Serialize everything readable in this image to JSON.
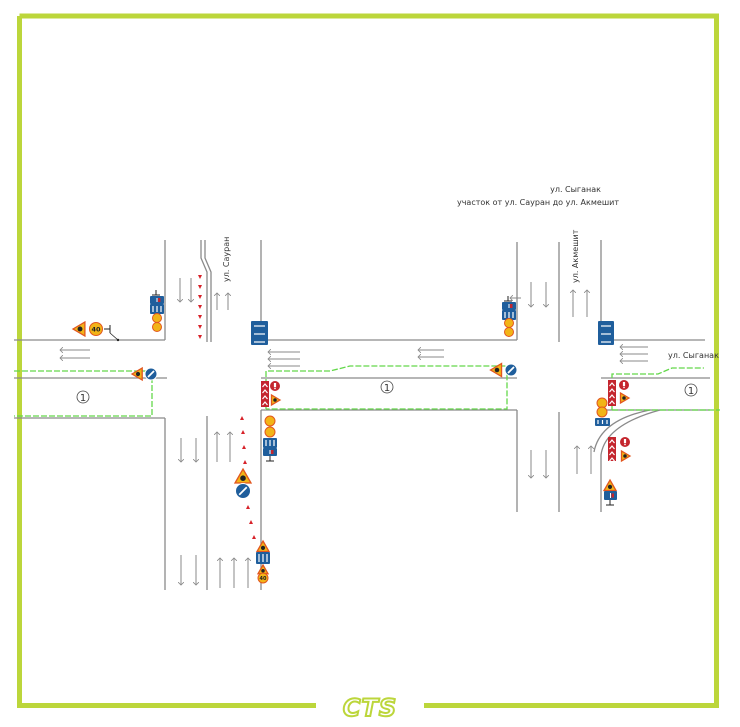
{
  "title": {
    "line1": "ул. Сыганак",
    "line2": "участок от ул. Сауран  до ул. Акмешит"
  },
  "streets": {
    "sauran": "ул. Сауран",
    "akmeshit": "ул. Акмешит",
    "syganak": "ул. Сыганак"
  },
  "zones": [
    {
      "id": "zone-left",
      "number": "1"
    },
    {
      "id": "zone-middle",
      "number": "1"
    },
    {
      "id": "zone-right",
      "number": "1"
    }
  ],
  "signs": {
    "speed_limit": "40",
    "speed_limit_small": "40"
  },
  "logo": {
    "text": "CTS"
  },
  "colors": {
    "frame": "#bcd63b",
    "zone": "#63d84a",
    "cone": "#d7222a",
    "sign_blue": "#1f5e9c",
    "sign_red": "#c4262e",
    "sign_yellow": "#f2b417",
    "road_line": "#8a8a8a"
  }
}
